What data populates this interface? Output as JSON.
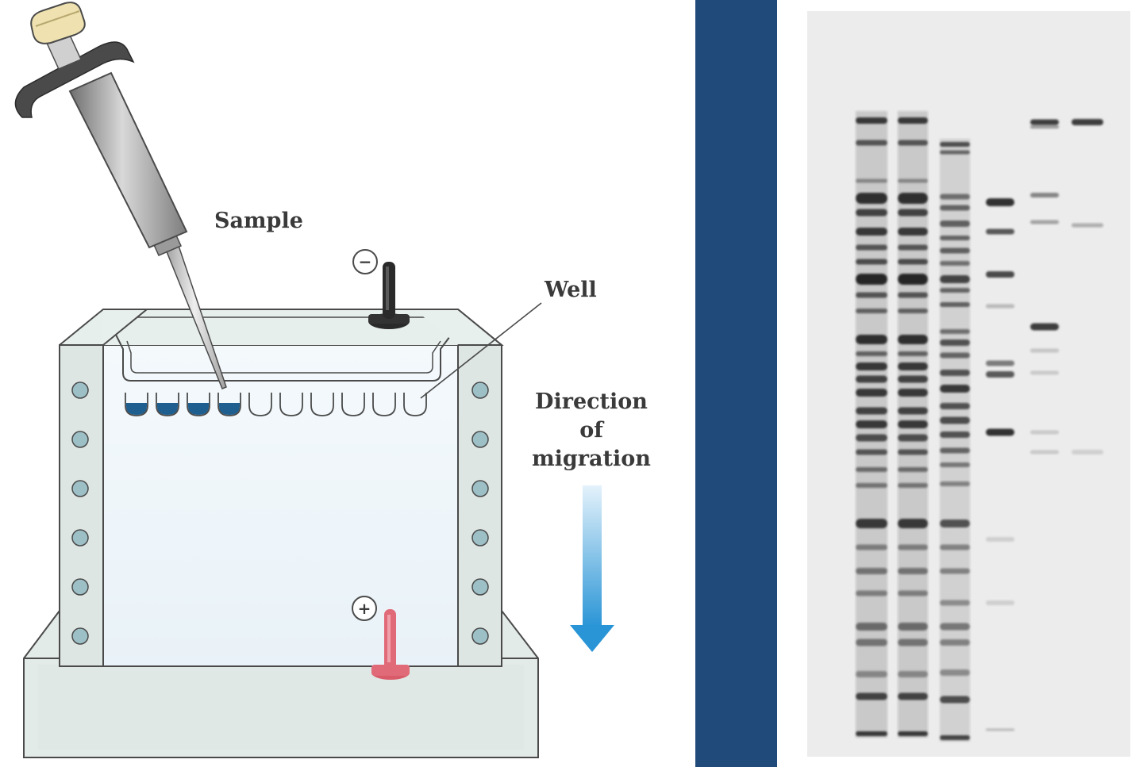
{
  "diagram": {
    "labels": {
      "sample": "Sample",
      "well": "Well",
      "direction_line1": "Direction",
      "direction_line2": "of",
      "direction_line3": "migration",
      "negative_symbol": "−",
      "positive_symbol": "+"
    },
    "wells": {
      "count": 10,
      "filled": 4
    },
    "side_dots_per_column": 6,
    "colors": {
      "gel": "#eef5fa",
      "frame": "#dde6e3",
      "outline": "#4a4a4a",
      "sample_fill": "#1f5f8f",
      "dot": "#9dbfc6",
      "negative_electrode": "#2a2a2a",
      "positive_electrode": "#e06a78",
      "arrow_top": "#d8ecf8",
      "arrow_bottom": "#2a95d6",
      "divider": "#1f4a7a"
    }
  },
  "gel_photo": {
    "lanes": 6,
    "background": "#ececec",
    "band_color": "#1e1e1e"
  }
}
